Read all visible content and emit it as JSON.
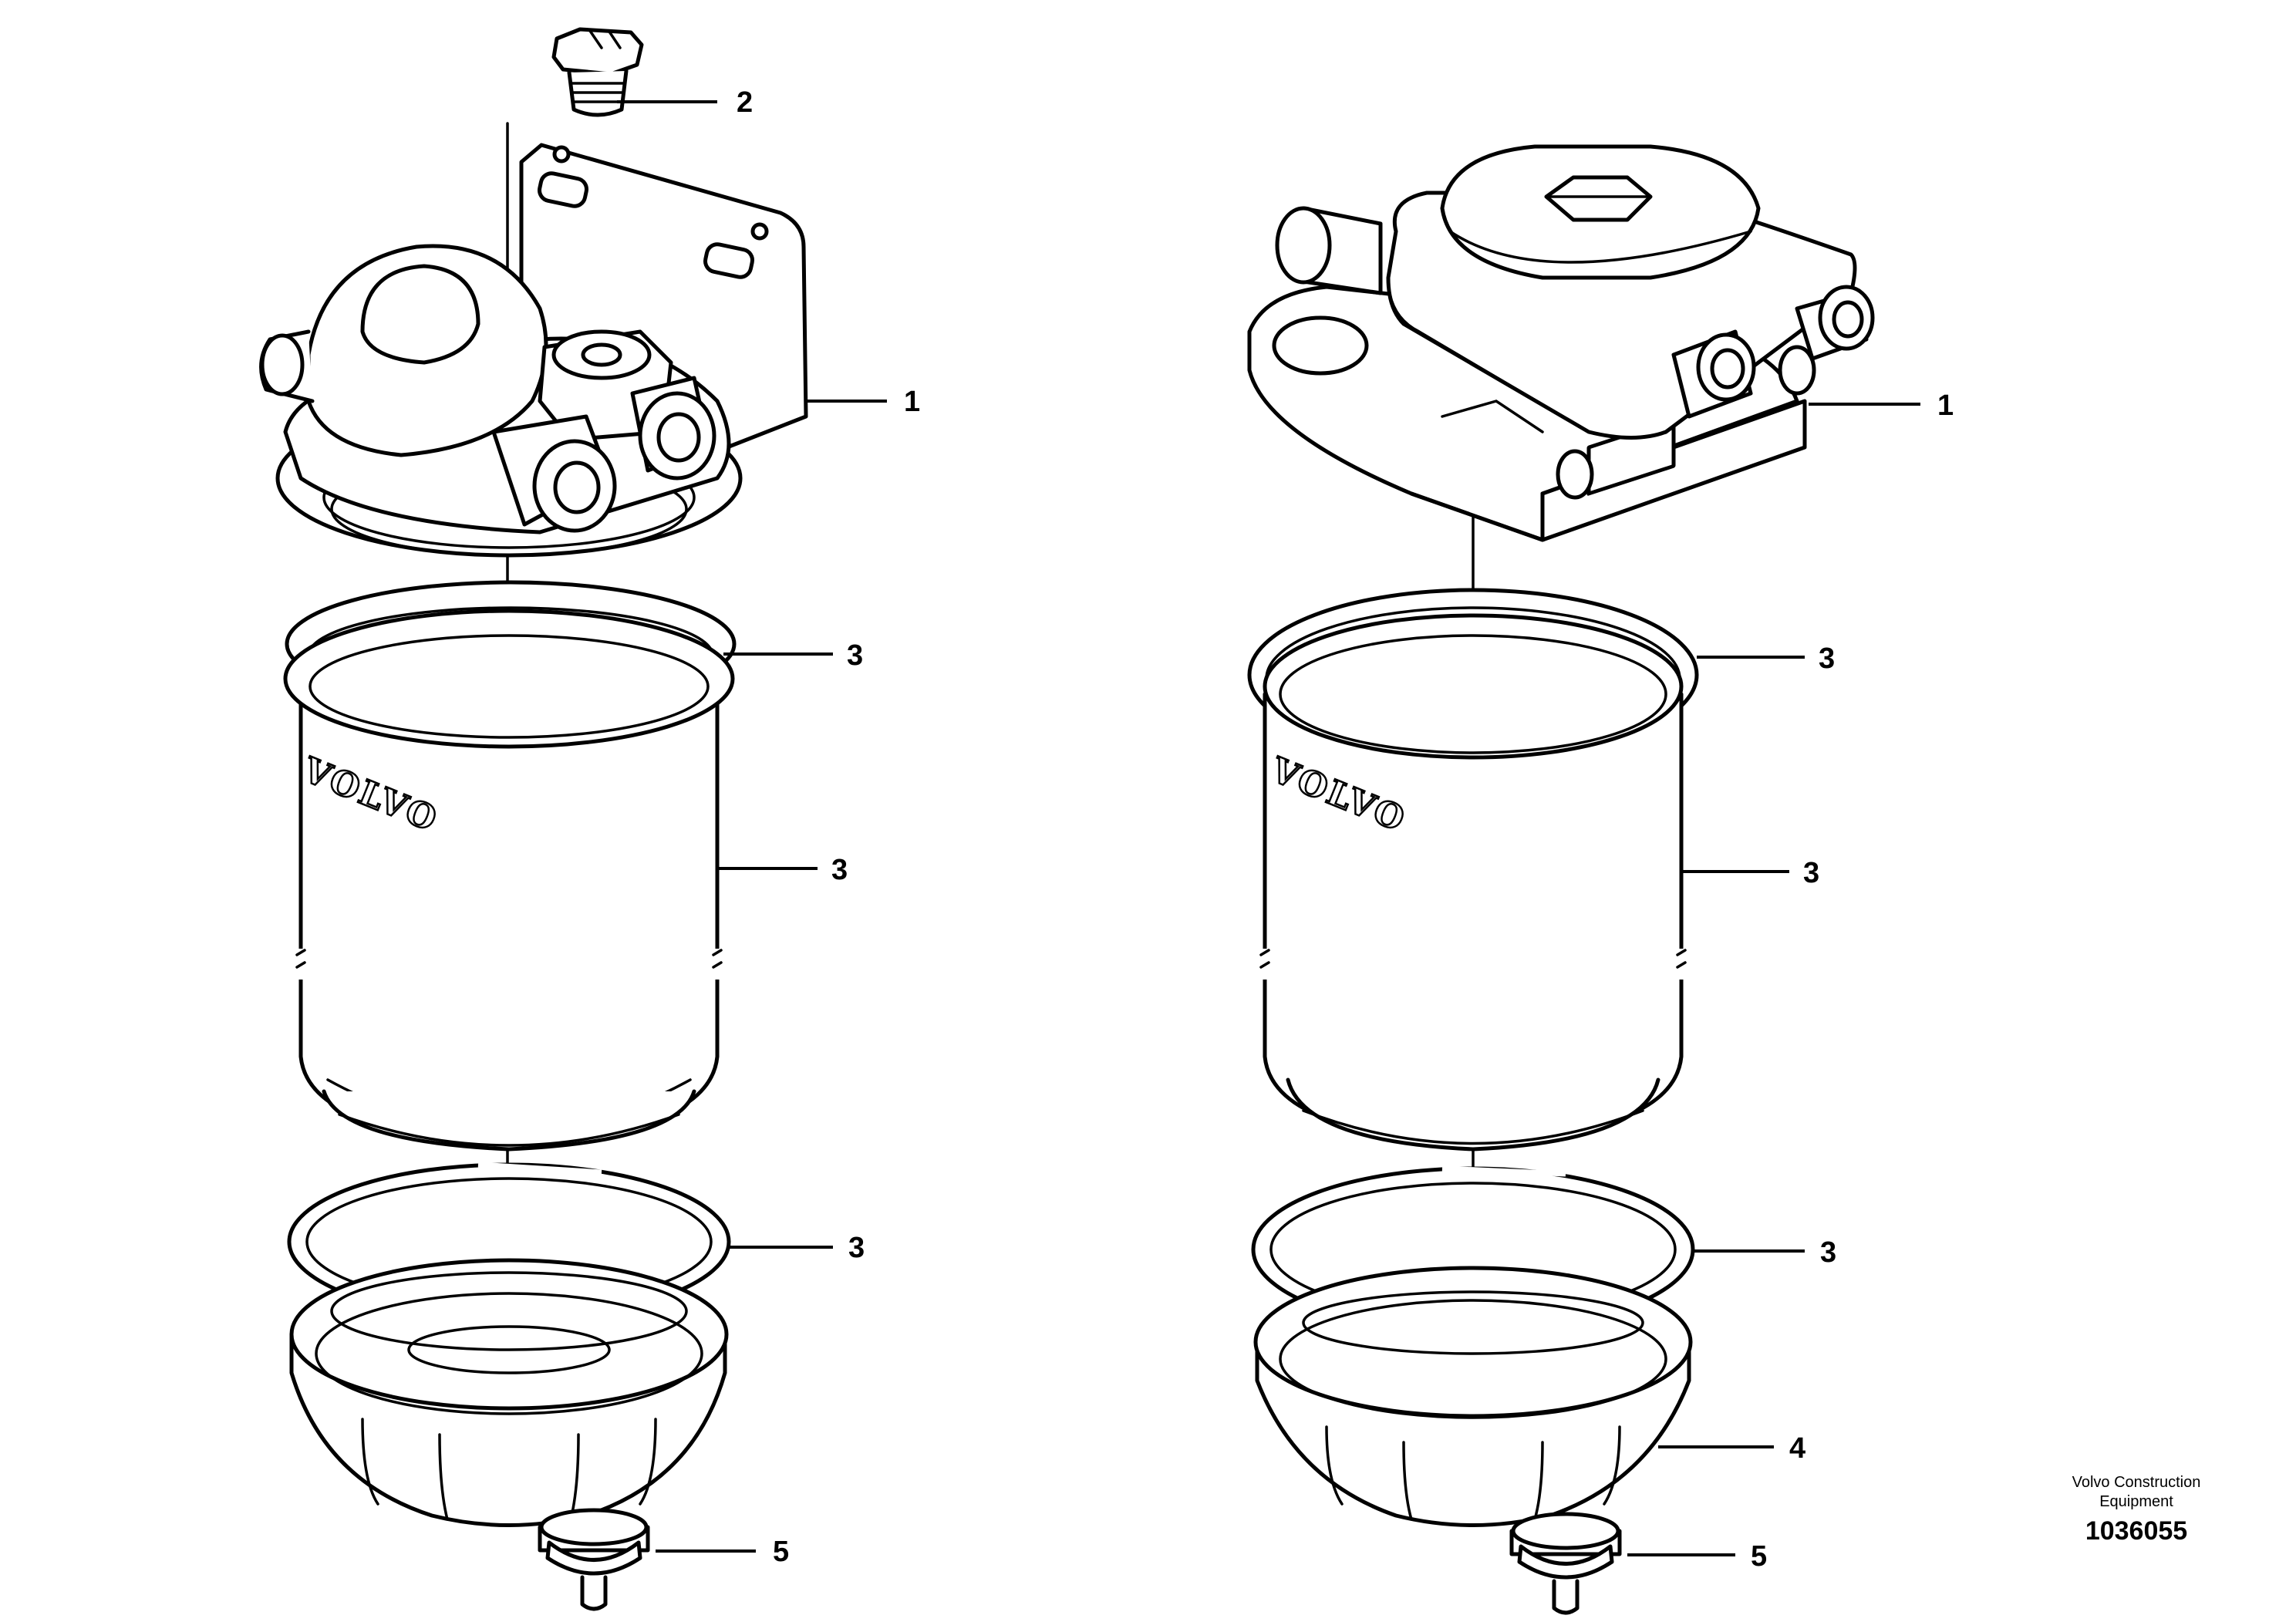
{
  "callouts": {
    "left": [
      {
        "id": "L1",
        "label": "1"
      },
      {
        "id": "L2",
        "label": "2"
      },
      {
        "id": "L3a",
        "label": "3"
      },
      {
        "id": "L3b",
        "label": "3"
      },
      {
        "id": "L3c",
        "label": "3"
      },
      {
        "id": "L5",
        "label": "5"
      }
    ],
    "right": [
      {
        "id": "R1",
        "label": "1"
      },
      {
        "id": "R3a",
        "label": "3"
      },
      {
        "id": "R3b",
        "label": "3"
      },
      {
        "id": "R3c",
        "label": "3"
      },
      {
        "id": "R4",
        "label": "4"
      },
      {
        "id": "R5",
        "label": "5"
      }
    ]
  },
  "filter_brand": "VOLVO",
  "credit": {
    "line1": "Volvo Construction",
    "line2": "Equipment",
    "drawing_number": "1036055"
  }
}
